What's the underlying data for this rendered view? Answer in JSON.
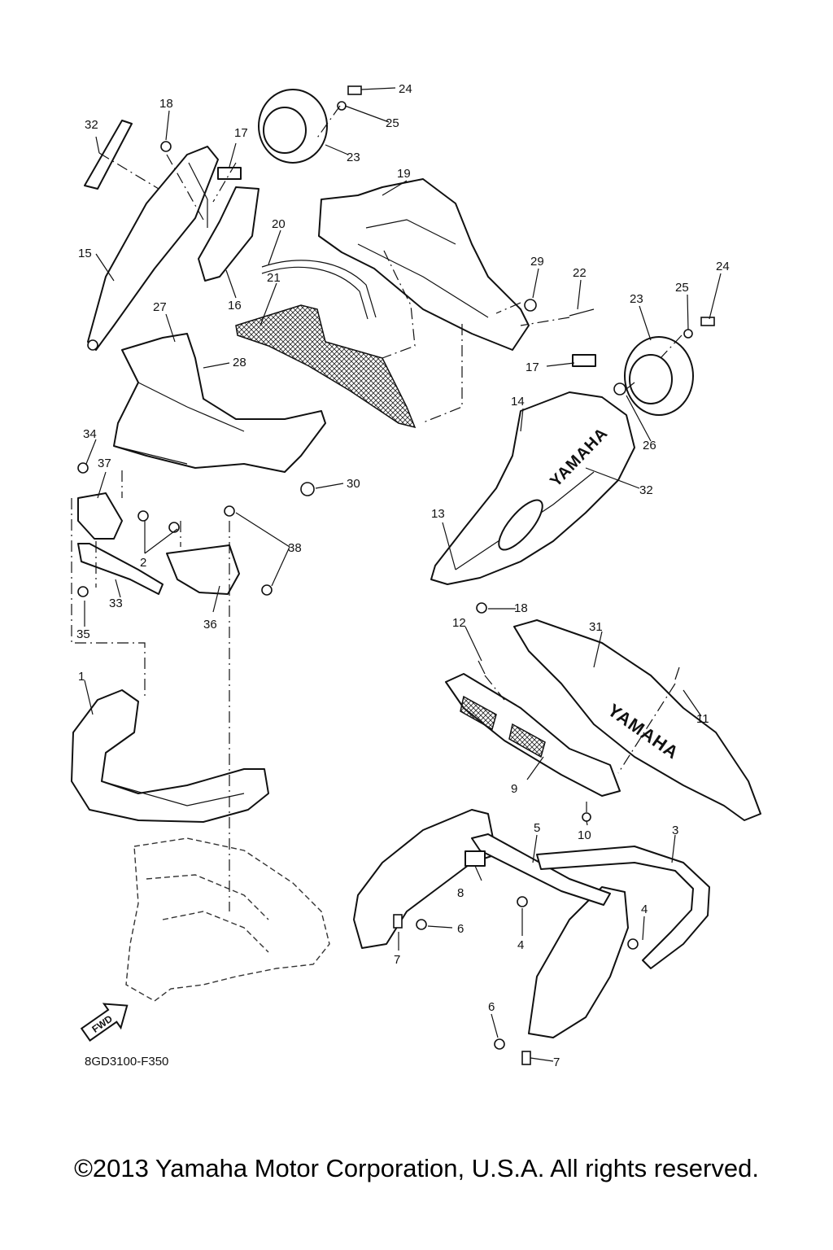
{
  "diagram": {
    "callouts": [
      "1",
      "2",
      "3",
      "4",
      "4",
      "5",
      "6",
      "6",
      "7",
      "7",
      "8",
      "9",
      "10",
      "11",
      "12",
      "13",
      "14",
      "15",
      "16",
      "17",
      "17",
      "18",
      "18",
      "19",
      "20",
      "21",
      "22",
      "23",
      "23",
      "24",
      "24",
      "25",
      "25",
      "26",
      "27",
      "28",
      "29",
      "30",
      "31",
      "32",
      "32",
      "33",
      "34",
      "35",
      "36",
      "37",
      "38"
    ],
    "part_lettering": [
      "YAMAHA",
      "YAMAHA"
    ],
    "direction_label": "FWD"
  },
  "footer": {
    "diagram_code": "8GD3100-F350",
    "copyright": "©2013 Yamaha Motor Corporation, U.S.A. All rights reserved."
  }
}
